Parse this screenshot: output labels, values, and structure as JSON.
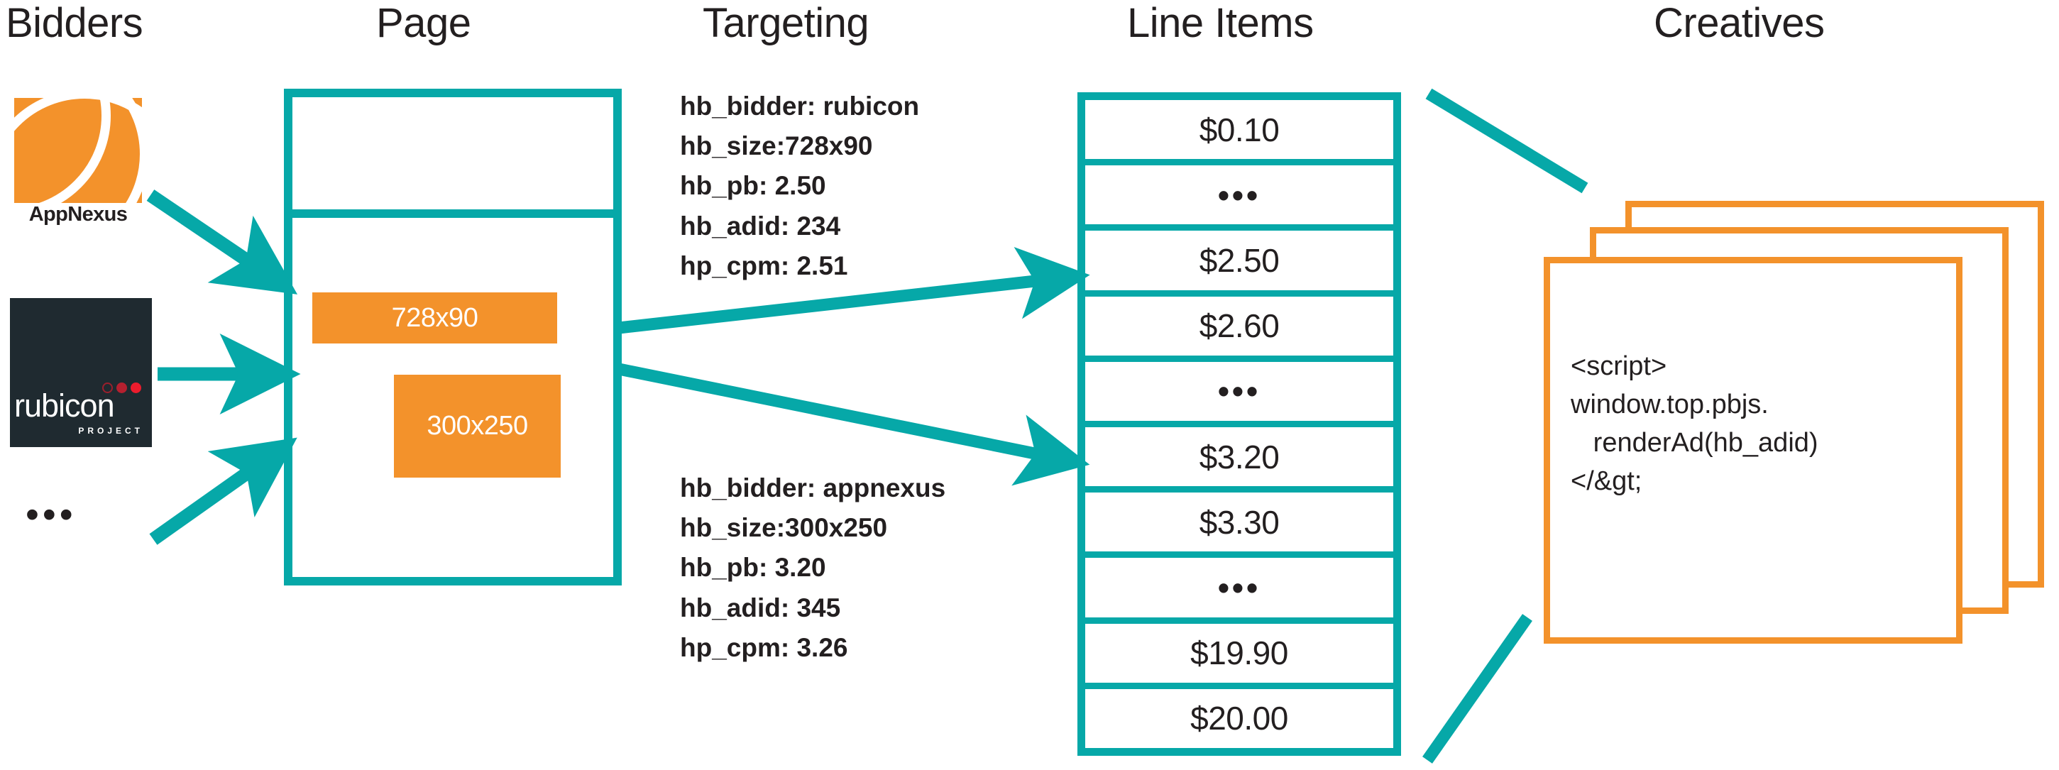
{
  "columns": {
    "bidders": "Bidders",
    "page": "Page",
    "targeting": "Targeting",
    "line_items": "Line Items",
    "creatives": "Creatives"
  },
  "bidders": {
    "items": [
      {
        "name": "appnexus",
        "label": "AppNexus"
      },
      {
        "name": "rubicon",
        "label": "rubicon",
        "sublabel": "PROJECT"
      }
    ],
    "more_indicator": "•••"
  },
  "page": {
    "ad_slots": [
      {
        "name": "leaderboard",
        "label": "728x90"
      },
      {
        "name": "medium-rectangle",
        "label": "300x250"
      }
    ]
  },
  "targeting": {
    "blocks": [
      {
        "name": "rubicon-targeting",
        "lines": [
          "hb_bidder: rubicon",
          "hb_size:728x90",
          "hb_pb: 2.50",
          "hb_adid: 234",
          "hp_cpm: 2.51"
        ],
        "text": "hb_bidder: rubicon\nhb_size:728x90\nhb_pb: 2.50\nhb_adid: 234\nhp_cpm: 2.51"
      },
      {
        "name": "appnexus-targeting",
        "lines": [
          "hb_bidder: appnexus",
          "hb_size:300x250",
          "hb_pb: 3.20",
          "hb_adid: 345",
          "hp_cpm: 3.26"
        ],
        "text": "hb_bidder: appnexus\nhb_size:300x250\nhb_pb: 3.20\nhb_adid: 345\nhp_cpm: 3.26"
      }
    ]
  },
  "line_items": {
    "rows": [
      {
        "label": "$0.10",
        "kind": "price"
      },
      {
        "label": "•••",
        "kind": "ellipsis"
      },
      {
        "label": "$2.50",
        "kind": "price"
      },
      {
        "label": "$2.60",
        "kind": "price"
      },
      {
        "label": "•••",
        "kind": "ellipsis"
      },
      {
        "label": "$3.20",
        "kind": "price"
      },
      {
        "label": "$3.30",
        "kind": "price"
      },
      {
        "label": "•••",
        "kind": "ellipsis"
      },
      {
        "label": "$19.90",
        "kind": "price"
      },
      {
        "label": "$20.00",
        "kind": "price"
      }
    ]
  },
  "creatives": {
    "card_count": 3,
    "code": "<script>\nwindow.top.pbjs.\n   renderAd(hb_adid)\n</&gt;"
  },
  "colors": {
    "teal": "#06a8a8",
    "orange": "#f3922b",
    "ink": "#231f20",
    "rubicon_bg": "#1f2a30",
    "rubicon_red": "#ec1c2d",
    "white": "#ffffff"
  }
}
